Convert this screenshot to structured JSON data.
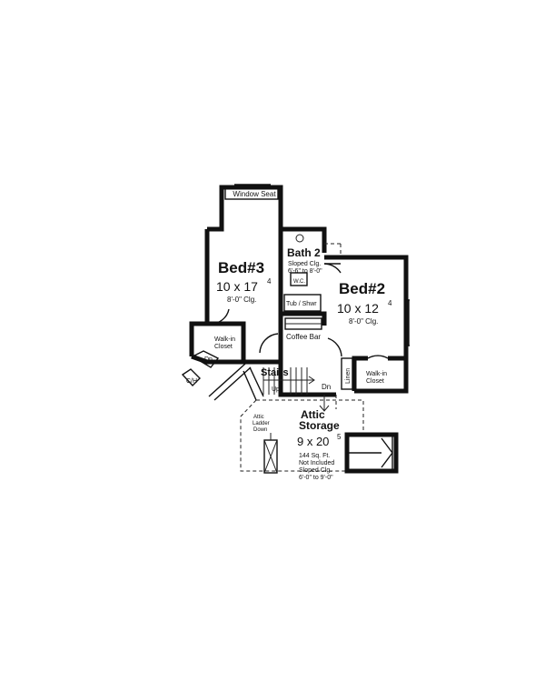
{
  "plan": {
    "window_seat": "Window Seat",
    "bed3": {
      "name": "Bed#3",
      "size": "10  x  17",
      "size_sup": "4",
      "ceiling": "8'-0\" Clg."
    },
    "bath2": {
      "name": "Bath 2",
      "ceiling_line1": "Sloped Clg.",
      "ceiling_line2": "6'-6\" to 8'-0\"",
      "wc": "W.C.",
      "tub": "Tub / Shwr"
    },
    "bed2": {
      "name": "Bed#2",
      "size": "10  x  12",
      "size_sup": "4",
      "ceiling": "8'-0\" Clg."
    },
    "walkin_left": {
      "line1": "Walk-in",
      "line2": "Closet"
    },
    "walkin_right": {
      "line1": "Walk-in",
      "line2": "Closet"
    },
    "coffee_bar": "Coffee Bar",
    "dn_small": "Dn",
    "ch": "C/H",
    "stairs": "Stairs",
    "up": "Up",
    "dn": "Dn",
    "linen": "Linen",
    "attic": {
      "line1": "Attic",
      "line2": "Storage",
      "size": "9  x  20",
      "size_sup": "5",
      "note1": "144 Sq. Ft.",
      "note2": "Not Included",
      "note3": "Sloped Clg.",
      "note4": "6'-0\" to 9'-0\""
    },
    "ladder": {
      "line1": "Attic",
      "line2": "Ladder",
      "line3": "Down"
    }
  }
}
